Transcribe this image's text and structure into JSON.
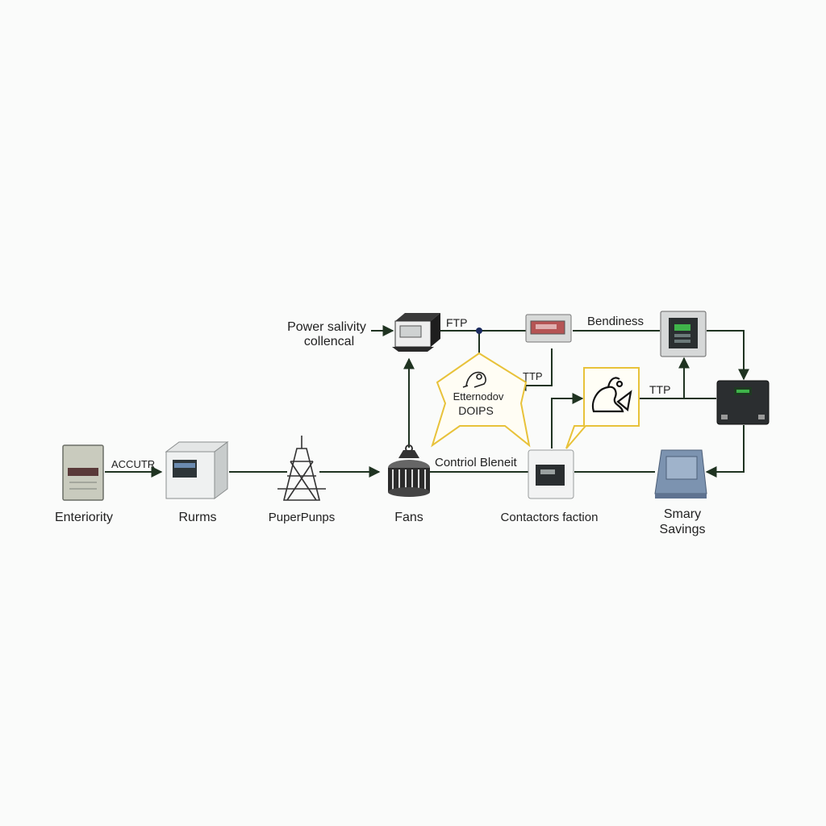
{
  "nodes": {
    "electricity": {
      "label": "Enteriority"
    },
    "rurms": {
      "label": "Rurms"
    },
    "pumps": {
      "label": "PuperPunps"
    },
    "fans": {
      "label": "Fans"
    },
    "contactors": {
      "label": "Contactors faction"
    },
    "savings": {
      "label_line1": "Smary",
      "label_line2": "Savings"
    },
    "power_controller": {
      "label_line1": "Power salivity",
      "label_line2": "collencal"
    },
    "monitor_top": {
      "label": ""
    },
    "control_panel_right": {
      "label": "Bendiness"
    },
    "display_box": {
      "label": ""
    }
  },
  "edge_labels": {
    "accutr": "ACCUTR",
    "ftp": "FTP",
    "ttp_1": "TTP",
    "ttp_2": "TTP",
    "control_benefit": "Contriol Bleneit"
  },
  "callouts": {
    "left": {
      "line1": "Etternodov",
      "line2": "DOIPS"
    },
    "right": {
      "text": ""
    }
  },
  "colors": {
    "arrow": "#1f3321",
    "callout_border": "#e8c23a",
    "device_gray": "#9ea3a3",
    "display_green": "#3fb44a",
    "background": "#fafbfa"
  },
  "icons": [
    "cabinet-icon",
    "server-icon",
    "pylon-icon",
    "fan-icon",
    "control-box-icon",
    "meter-icon",
    "monitor-icon",
    "display-icon",
    "tablet-icon",
    "animal-icon"
  ]
}
